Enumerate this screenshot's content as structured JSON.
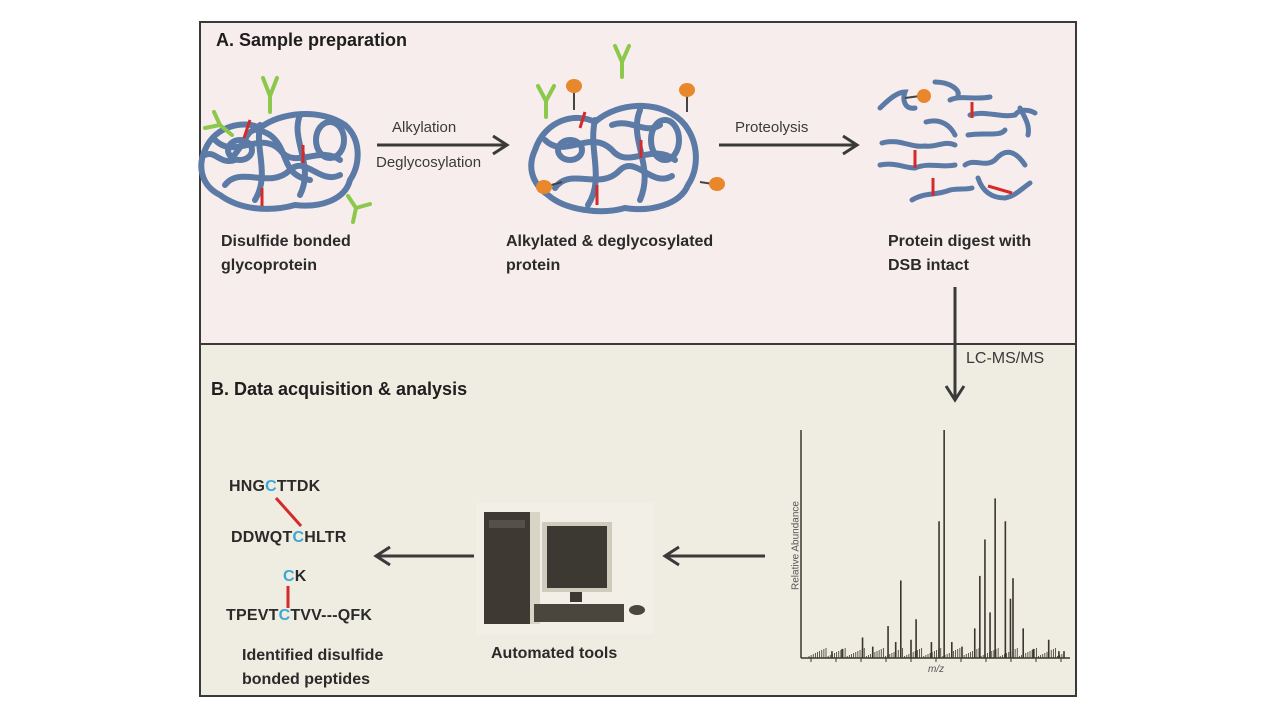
{
  "panel_a": {
    "title": "A. Sample preparation",
    "stage1_label_line1": "Disulfide bonded",
    "stage1_label_line2": "glycoprotein",
    "step1_line1": "Alkylation",
    "step1_line2": "Deglycosylation",
    "stage2_label_line1": "Alkylated & deglycosylated",
    "stage2_label_line2": "protein",
    "step2": "Proteolysis",
    "stage3_label_line1": "Protein digest with",
    "stage3_label_line2": "DSB intact"
  },
  "transition": {
    "label": "LC-MS/MS"
  },
  "panel_b": {
    "title": "B. Data acquisition & analysis",
    "spectrum": {
      "ylabel": "Relative Abundance",
      "xlabel": "m/z"
    },
    "computer_label": "Automated tools",
    "peptides": {
      "p1": {
        "pre": "HNG",
        "cys": "C",
        "post": "TTDK"
      },
      "p2": {
        "pre": "DDWQT",
        "cys": "C",
        "post": "HLTR"
      },
      "p3": {
        "pre": "",
        "cys": "C",
        "post": "K"
      },
      "p4": {
        "pre": "TPEVT",
        "cys": "C",
        "post": "TVV---QFK"
      }
    },
    "peptides_label_line1": "Identified disulfide",
    "peptides_label_line2": "bonded peptides"
  },
  "colors": {
    "protein": "#5b7aa6",
    "disulfide": "#d42a2a",
    "glycan": "#8cc84b",
    "alkyl": "#e8872b",
    "cysteine": "#3aa7d6"
  }
}
